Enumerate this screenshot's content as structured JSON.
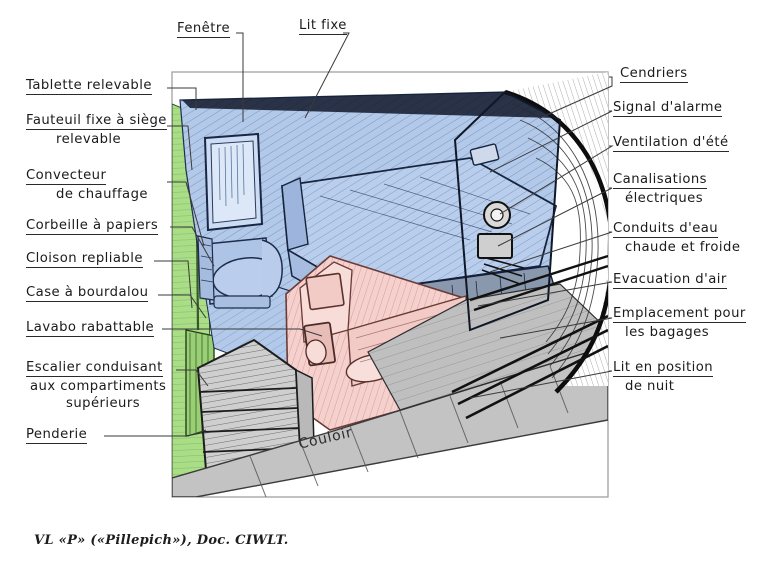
{
  "figure": {
    "title_caption": "VL «P» («Pillepich»), Doc. CIWLT.",
    "interior_label": "Couloir",
    "palette": {
      "wall_blue": "#b3c9ea",
      "bed_pink": "#f5d0cc",
      "partition_green": "#a9dd86",
      "floor_gray": "#c3c3c3",
      "ink": "#1b1b1b",
      "paper": "#ffffff"
    }
  },
  "labels_top": [
    {
      "id": "fenetre",
      "line1": "Fenêtre",
      "line2": ""
    },
    {
      "id": "lit-fixe",
      "line1": "Lit fixe",
      "line2": ""
    }
  ],
  "labels_left": [
    {
      "id": "tablette-relevable",
      "line1": "Tablette relevable",
      "line2": ""
    },
    {
      "id": "fauteuil-fixe",
      "line1": "Fauteuil fixe à siège",
      "line2": "relevable"
    },
    {
      "id": "convecteur",
      "line1": "Convecteur",
      "line2": "de chauffage"
    },
    {
      "id": "corbeille-papiers",
      "line1": "Corbeille à papiers",
      "line2": ""
    },
    {
      "id": "cloison-repliable",
      "line1": "Cloison repliable",
      "line2": ""
    },
    {
      "id": "case-bourdalou",
      "line1": "Case à bourdalou",
      "line2": ""
    },
    {
      "id": "lavabo-rabattable",
      "line1": "Lavabo rabattable",
      "line2": ""
    },
    {
      "id": "escalier",
      "line1": "Escalier conduisant",
      "line2": "aux compartiments",
      "line3": "supérieurs"
    },
    {
      "id": "penderie",
      "line1": "Penderie",
      "line2": ""
    }
  ],
  "labels_right": [
    {
      "id": "cendriers",
      "line1": "Cendriers",
      "line2": ""
    },
    {
      "id": "signal-alarme",
      "line1": "Signal  d'alarme",
      "line2": ""
    },
    {
      "id": "ventilation-ete",
      "line1": "Ventilation d'été",
      "line2": ""
    },
    {
      "id": "canalisations-electriques",
      "line1": "Canalisations",
      "line2": "électriques"
    },
    {
      "id": "conduits-eau",
      "line1": "Conduits d'eau",
      "line2": "chaude et froide"
    },
    {
      "id": "evacuation-air",
      "line1": "Evacuation d'air",
      "line2": ""
    },
    {
      "id": "emplacement-bagages",
      "line1": "Emplacement pour",
      "line2": "les bagages"
    },
    {
      "id": "lit-position-nuit",
      "line1": "Lit en position",
      "line2": "de nuit"
    }
  ]
}
